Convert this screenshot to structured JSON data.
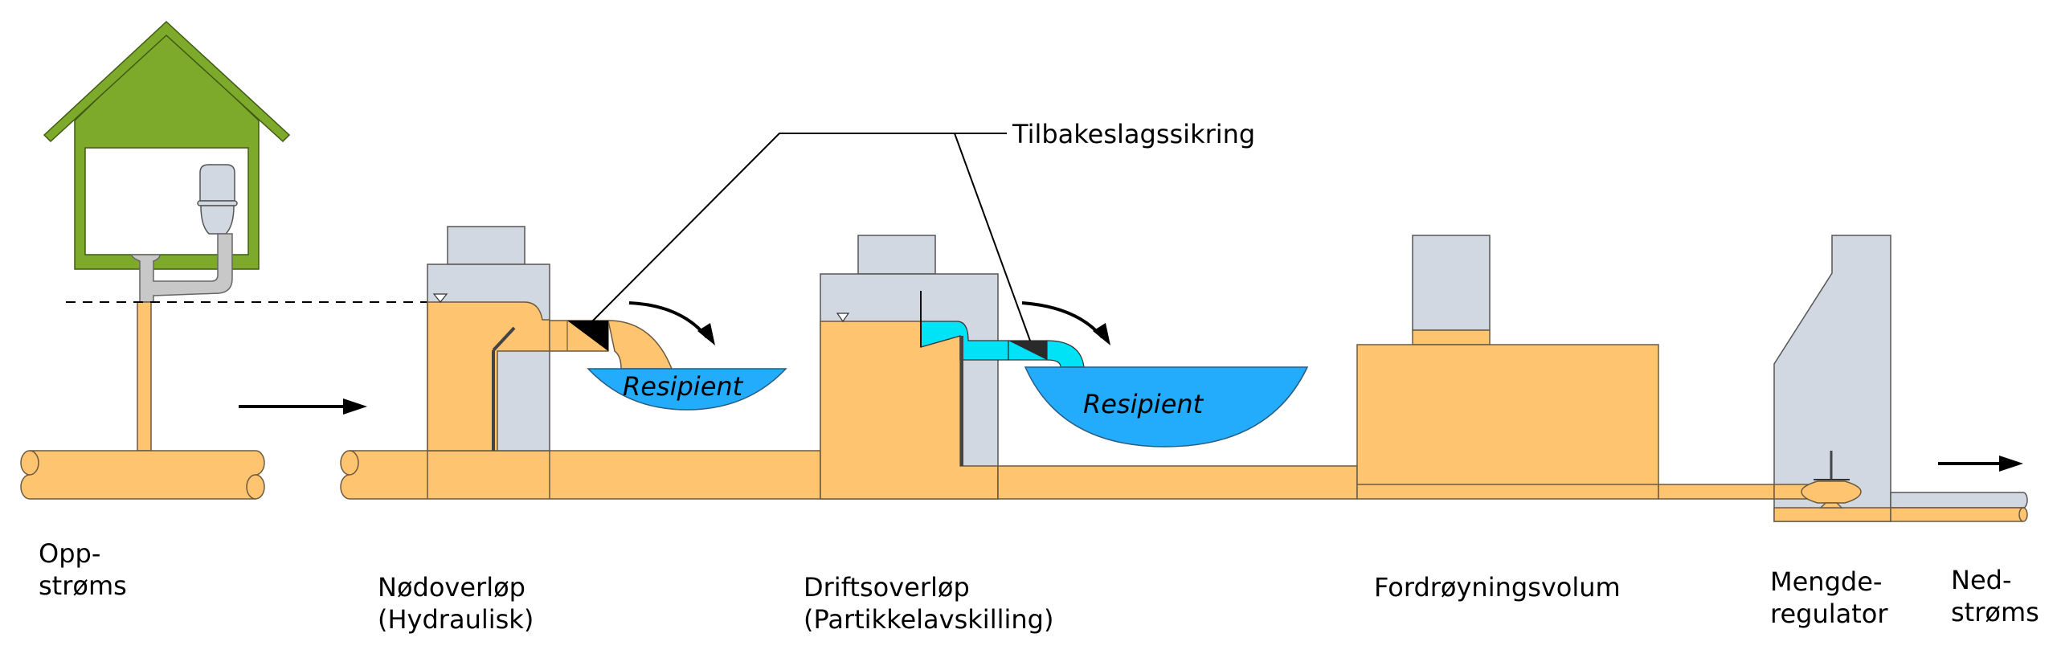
{
  "diagram": {
    "callout_label": "Tilbakeslagssikring",
    "receiver_label": "Resipient",
    "stations": [
      {
        "id": "upstream",
        "lines": [
          "Opp-",
          "strøms"
        ]
      },
      {
        "id": "emergency-overflow",
        "lines": [
          "Nødoverløp",
          "(Hydraulisk)"
        ]
      },
      {
        "id": "operational-overflow",
        "lines": [
          "Driftsoverløp",
          "(Partikkelavskilling)"
        ]
      },
      {
        "id": "detention-volume",
        "lines": [
          "Fordrøyningsvolum"
        ]
      },
      {
        "id": "flow-regulator",
        "lines": [
          "Mengde-",
          "regulator"
        ]
      },
      {
        "id": "downstream",
        "lines": [
          "Ned-",
          "strøms"
        ]
      }
    ],
    "icons": [
      "house-icon",
      "toilet-icon",
      "flow-arrow-icon",
      "check-valve-icon",
      "water-level-icon",
      "flow-regulator-icon"
    ],
    "colors": {
      "wastewater": "#ffc470",
      "structure": "#d2d8e1",
      "overflow_water": "#00e2f6",
      "receiver": "#22acfb",
      "house": "#7eaa2c"
    }
  }
}
